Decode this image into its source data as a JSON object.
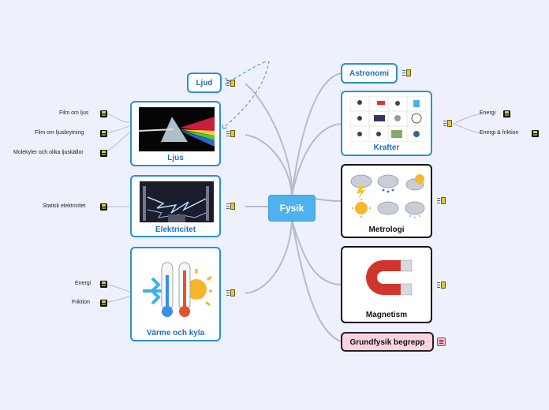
{
  "central": "Fysik",
  "right_nodes": {
    "astronomi": "Astronomi",
    "krafter": "Krafter",
    "metrologi": "Metrologi",
    "magnetism": "Magnetism",
    "grundfysik": "Grundfysik begrepp"
  },
  "left_nodes": {
    "ljud": "Ljud",
    "ljus": "Ljus",
    "elektricitet": "Elektricitet",
    "varme": "Värme och kyla"
  },
  "leaves": {
    "film_ljus": "Film om ljus",
    "film_ljusbrytning": "Film om ljusbrytning",
    "molekyler": "Molekyler och olika ljuskällor",
    "statisk": "Statisk elektricitet",
    "energi_varme": "Energi",
    "friktion_varme": "Friktion",
    "energi_krafter": "Energi",
    "energi_friktion": "Energi & friktion"
  },
  "colors": {
    "background": "#eef0fb",
    "central": "#4fb1ee",
    "node_border_blue": "#2a8fd8",
    "pink_node": "#fbd3df",
    "connector": "#b0b3be"
  }
}
